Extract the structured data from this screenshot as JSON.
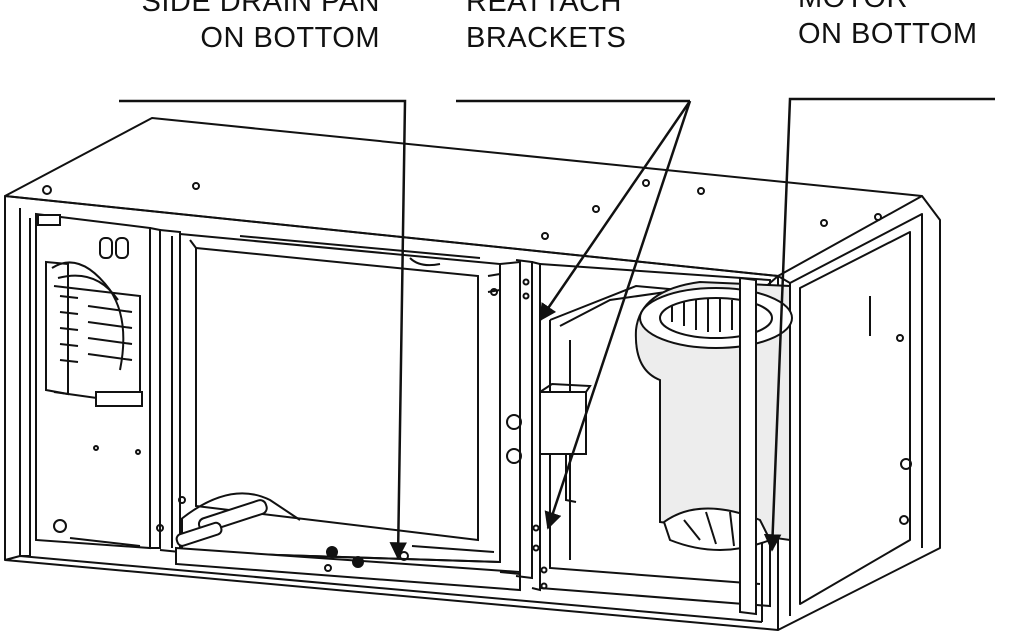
{
  "callouts": {
    "drain_pan": {
      "line1": "SIDE DRAIN PAN",
      "line2": "ON BOTTOM"
    },
    "brackets": {
      "line1": "REATTACH",
      "line2": "BRACKETS"
    },
    "motor": {
      "line1": "MOTOR",
      "line2": "ON BOTTOM"
    }
  },
  "colors": {
    "ink": "#111111",
    "background": "#ffffff",
    "shade": "#ededed"
  }
}
